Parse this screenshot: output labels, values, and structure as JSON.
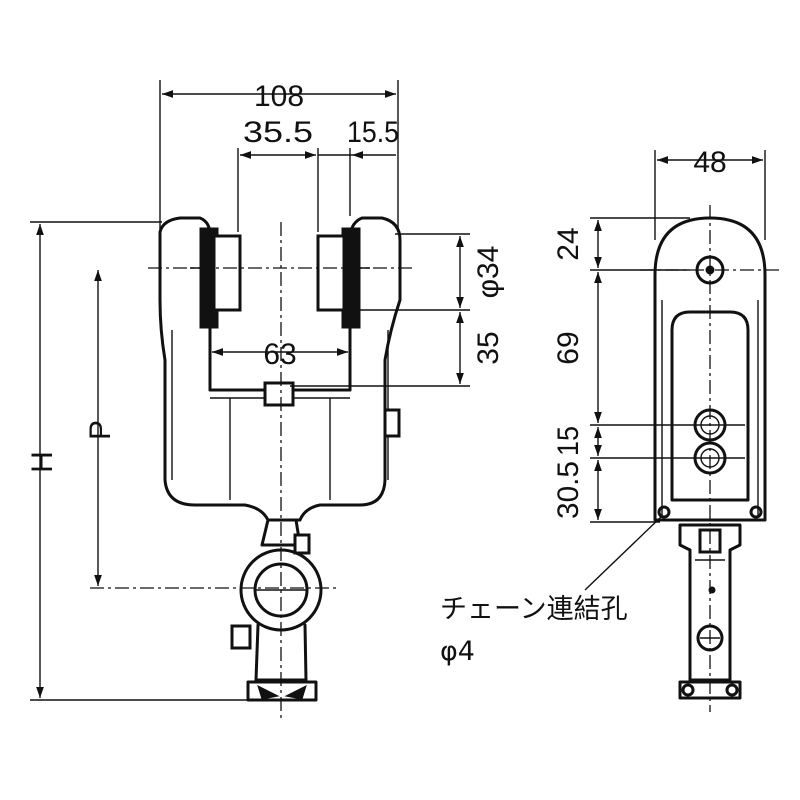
{
  "dimensions": {
    "overall_width": "108",
    "left_offset": "35.5",
    "right_offset": "15.5",
    "inner_gap": "63",
    "wheel_diameter": "φ34",
    "wheel_to_beam": "35",
    "height_h": "H",
    "pitch_p": "P",
    "side_width": "48",
    "side_top": "24",
    "side_body": "69",
    "side_holes": "15",
    "side_bottom": "30.5"
  },
  "notes": {
    "chain_hole_label": "チェーン連結孔",
    "chain_hole_size": "φ4"
  }
}
